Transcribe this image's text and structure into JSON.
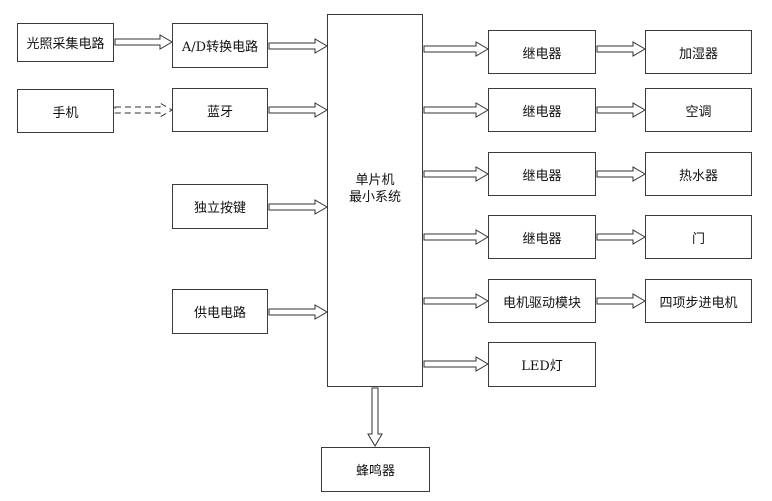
{
  "inputs": {
    "light_sensor": "光照采集电路",
    "adc": "A/D转换电路",
    "phone": "手机",
    "bluetooth": "蓝牙",
    "keys": "独立按键",
    "power": "供电电路"
  },
  "mcu": {
    "line1": "单片机",
    "line2": "最小系统"
  },
  "outputs": {
    "relay1": "继电器",
    "humidifier": "加湿器",
    "relay2": "继电器",
    "aircon": "空调",
    "relay3": "继电器",
    "water_heater": "热水器",
    "relay4": "继电器",
    "door": "门",
    "motor_driver": "电机驱动模块",
    "stepper_motor": "四项步进电机",
    "led": "LED灯",
    "buzzer": "蜂鸣器"
  }
}
